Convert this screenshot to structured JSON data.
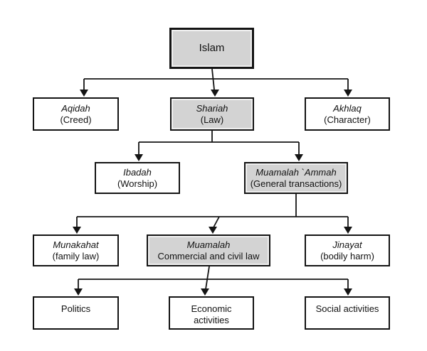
{
  "diagram": {
    "colors": {
      "background": "#ffffff",
      "highlight_fill": "#d3d3d3",
      "default_fill": "#ffffff",
      "line": "#141414",
      "text": "#111111"
    },
    "nodes": {
      "islam": {
        "term": "Islam",
        "gloss": ""
      },
      "aqidah": {
        "term": "Aqidah",
        "gloss": "(Creed)"
      },
      "shariah": {
        "term": "Shariah",
        "gloss": "(Law)"
      },
      "akhlaq": {
        "term": "Akhlaq",
        "gloss": "(Character)"
      },
      "ibadah": {
        "term": "Ibadah",
        "gloss": "(Worship)"
      },
      "muamalah_ammah": {
        "term": "Muamalah `Ammah",
        "gloss": "(General transactions)"
      },
      "munakahat": {
        "term": "Munakahat",
        "gloss": "(family law)"
      },
      "muamalah": {
        "term": "Muamalah",
        "gloss": "Commercial and civil law"
      },
      "jinayat": {
        "term": "Jinayat",
        "gloss": "(bodily harm)"
      },
      "politics": {
        "term": "Politics",
        "gloss": ""
      },
      "economic": {
        "term": "Economic activities",
        "gloss": ""
      },
      "social": {
        "term": "Social activities",
        "gloss": ""
      }
    },
    "edges": [
      {
        "from": "islam",
        "to": [
          "aqidah",
          "shariah",
          "akhlaq"
        ]
      },
      {
        "from": "shariah",
        "to": [
          "ibadah",
          "muamalah_ammah"
        ]
      },
      {
        "from": "muamalah_ammah",
        "to": [
          "munakahat",
          "muamalah",
          "jinayat"
        ]
      },
      {
        "from": "muamalah",
        "to": [
          "politics",
          "economic",
          "social"
        ]
      }
    ]
  }
}
